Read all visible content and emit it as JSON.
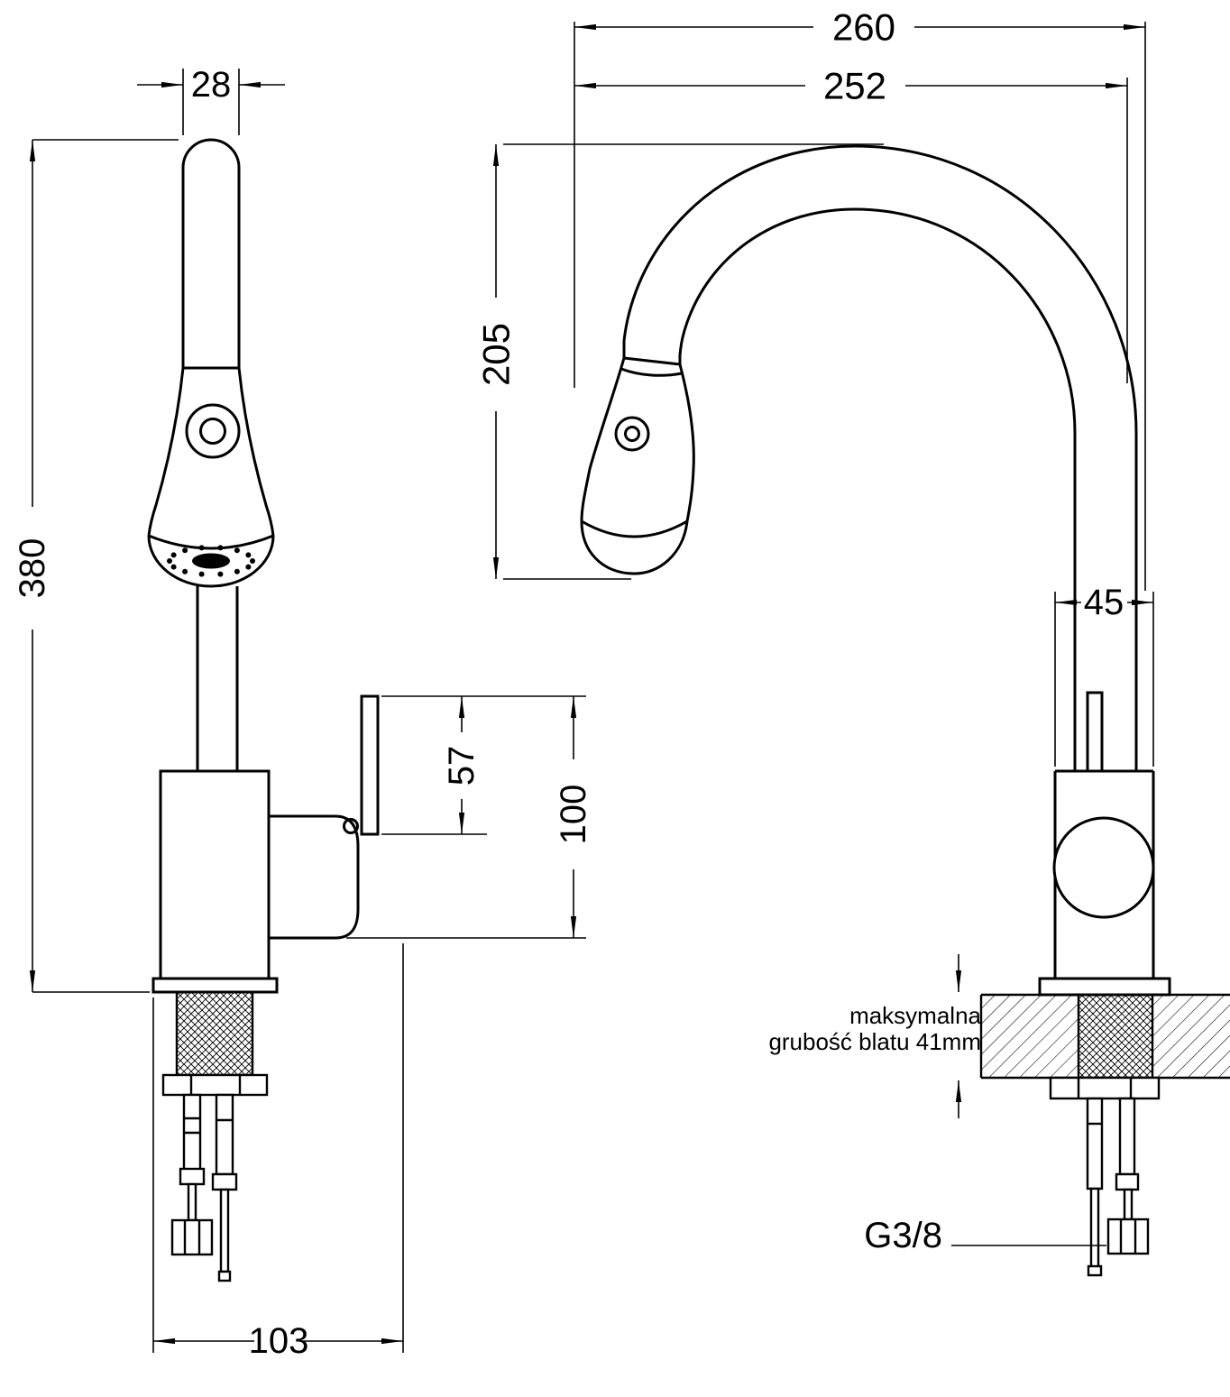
{
  "meta": {
    "type": "technical-dimension-drawing",
    "subject": "kitchen faucet with pull-out spray head, front and side views",
    "units": "mm"
  },
  "colors": {
    "line": "#000000",
    "background": "#ffffff"
  },
  "dimensions": {
    "spout_top_width": "28",
    "overall_height": "380",
    "overall_width": "260",
    "spout_reach": "252",
    "spout_arc_height": "205",
    "body_depth": "45",
    "handle_upper": "57",
    "handle_total": "100",
    "base_depth": "103",
    "thread_size": "G3/8"
  },
  "notes": {
    "countertop_line1": "maksymalna",
    "countertop_line2": "grubość blatu 41mm"
  }
}
